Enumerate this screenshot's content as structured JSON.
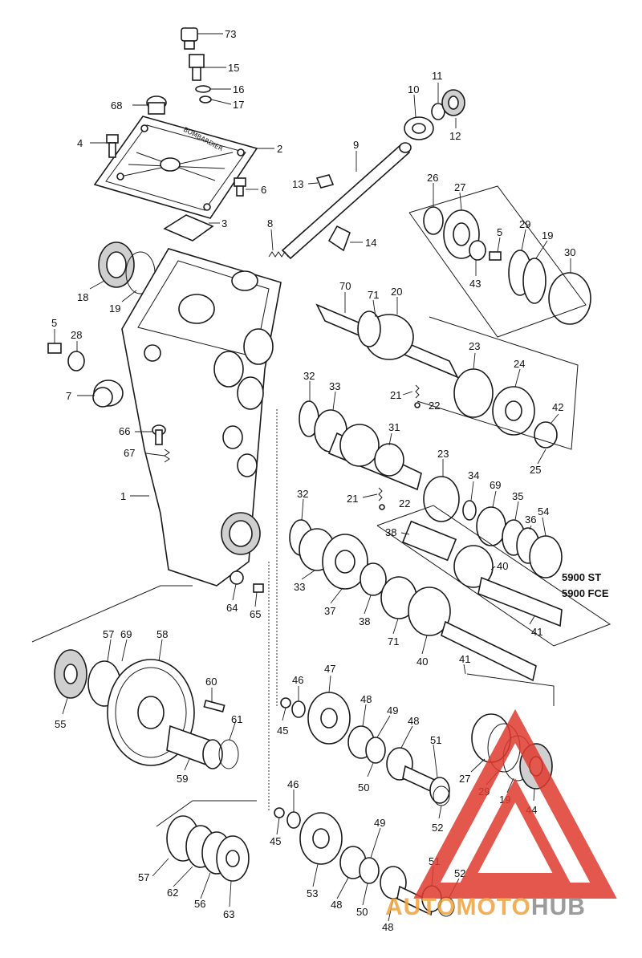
{
  "cover_text": "BOMBARDIER",
  "models": [
    "5900 ST",
    "5900 FCE"
  ],
  "watermark": {
    "brand_a": "AUTO",
    "brand_b": "MOTO",
    "brand_c": "HUB",
    "color_red": "#e03a2f",
    "color_orange": "#f2a23a",
    "color_gray": "#8a8a8a"
  },
  "labels": [
    {
      "id": "73",
      "text": "73"
    },
    {
      "id": "15",
      "text": "15"
    },
    {
      "id": "16",
      "text": "16"
    },
    {
      "id": "17",
      "text": "17"
    },
    {
      "id": "68",
      "text": "68"
    },
    {
      "id": "4a",
      "text": "4"
    },
    {
      "id": "2",
      "text": "2"
    },
    {
      "id": "6",
      "text": "6"
    },
    {
      "id": "3",
      "text": "3"
    },
    {
      "id": "11",
      "text": "11"
    },
    {
      "id": "10",
      "text": "10"
    },
    {
      "id": "12",
      "text": "12"
    },
    {
      "id": "9",
      "text": "9"
    },
    {
      "id": "13",
      "text": "13"
    },
    {
      "id": "8",
      "text": "8"
    },
    {
      "id": "14",
      "text": "14"
    },
    {
      "id": "26",
      "text": "26"
    },
    {
      "id": "27a",
      "text": "27"
    },
    {
      "id": "5a",
      "text": "5"
    },
    {
      "id": "29a",
      "text": "29"
    },
    {
      "id": "19a",
      "text": "19"
    },
    {
      "id": "30",
      "text": "30"
    },
    {
      "id": "43",
      "text": "43"
    },
    {
      "id": "18",
      "text": "18"
    },
    {
      "id": "19b",
      "text": "19"
    },
    {
      "id": "70",
      "text": "70"
    },
    {
      "id": "71a",
      "text": "71"
    },
    {
      "id": "20",
      "text": "20"
    },
    {
      "id": "5b",
      "text": "5"
    },
    {
      "id": "28",
      "text": "28"
    },
    {
      "id": "7",
      "text": "7"
    },
    {
      "id": "23a",
      "text": "23"
    },
    {
      "id": "24",
      "text": "24"
    },
    {
      "id": "32a",
      "text": "32"
    },
    {
      "id": "33a",
      "text": "33"
    },
    {
      "id": "21a",
      "text": "21"
    },
    {
      "id": "22a",
      "text": "22"
    },
    {
      "id": "42",
      "text": "42"
    },
    {
      "id": "66",
      "text": "66"
    },
    {
      "id": "31",
      "text": "31"
    },
    {
      "id": "25",
      "text": "25"
    },
    {
      "id": "67",
      "text": "67"
    },
    {
      "id": "23b",
      "text": "23"
    },
    {
      "id": "34",
      "text": "34"
    },
    {
      "id": "1",
      "text": "1"
    },
    {
      "id": "32b",
      "text": "32"
    },
    {
      "id": "21b",
      "text": "21"
    },
    {
      "id": "22b",
      "text": "22"
    },
    {
      "id": "69a",
      "text": "69"
    },
    {
      "id": "35",
      "text": "35"
    },
    {
      "id": "36",
      "text": "36"
    },
    {
      "id": "54",
      "text": "54"
    },
    {
      "id": "38a",
      "text": "38"
    },
    {
      "id": "40a",
      "text": "40"
    },
    {
      "id": "33b",
      "text": "33"
    },
    {
      "id": "37",
      "text": "37"
    },
    {
      "id": "38b",
      "text": "38"
    },
    {
      "id": "64",
      "text": "64"
    },
    {
      "id": "65",
      "text": "65"
    },
    {
      "id": "71b",
      "text": "71"
    },
    {
      "id": "40b",
      "text": "40"
    },
    {
      "id": "41a",
      "text": "41"
    },
    {
      "id": "41b",
      "text": "41"
    },
    {
      "id": "57a",
      "text": "57"
    },
    {
      "id": "69b",
      "text": "69"
    },
    {
      "id": "58",
      "text": "58"
    },
    {
      "id": "47",
      "text": "47"
    },
    {
      "id": "46a",
      "text": "46"
    },
    {
      "id": "60",
      "text": "60"
    },
    {
      "id": "48a",
      "text": "48"
    },
    {
      "id": "49a",
      "text": "49"
    },
    {
      "id": "48b",
      "text": "48"
    },
    {
      "id": "45a",
      "text": "45"
    },
    {
      "id": "61",
      "text": "61"
    },
    {
      "id": "51a",
      "text": "51"
    },
    {
      "id": "55",
      "text": "55"
    },
    {
      "id": "50a",
      "text": "50"
    },
    {
      "id": "59",
      "text": "59"
    },
    {
      "id": "27b",
      "text": "27"
    },
    {
      "id": "29b",
      "text": "29"
    },
    {
      "id": "19c",
      "text": "19"
    },
    {
      "id": "44",
      "text": "44"
    },
    {
      "id": "52a",
      "text": "52"
    },
    {
      "id": "46b",
      "text": "46"
    },
    {
      "id": "49b",
      "text": "49"
    },
    {
      "id": "45b",
      "text": "45"
    },
    {
      "id": "51b",
      "text": "51"
    },
    {
      "id": "52b",
      "text": "52"
    },
    {
      "id": "57b",
      "text": "57"
    },
    {
      "id": "62",
      "text": "62"
    },
    {
      "id": "56",
      "text": "56"
    },
    {
      "id": "63",
      "text": "63"
    },
    {
      "id": "53",
      "text": "53"
    },
    {
      "id": "48c",
      "text": "48"
    },
    {
      "id": "50b",
      "text": "50"
    },
    {
      "id": "48d",
      "text": "48"
    }
  ]
}
